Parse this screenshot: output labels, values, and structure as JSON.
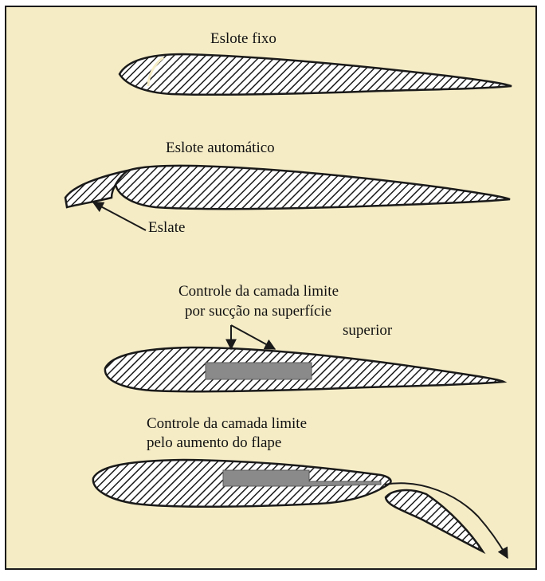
{
  "figure": {
    "colors": {
      "background": "#f5ecc6",
      "border": "#1a1a1a",
      "hatch": "#1a1a1a",
      "channel": "#8a8a8a"
    },
    "panels": [
      {
        "title": "Eslote fixo"
      },
      {
        "title": "Eslote automático",
        "part_label": "Eslate"
      },
      {
        "title_lines": [
          "Controle da camada limite",
          "por sucção na superfície",
          "superior"
        ]
      },
      {
        "title_lines": [
          "Controle da camada limite",
          "pelo aumento do flape"
        ]
      }
    ]
  }
}
